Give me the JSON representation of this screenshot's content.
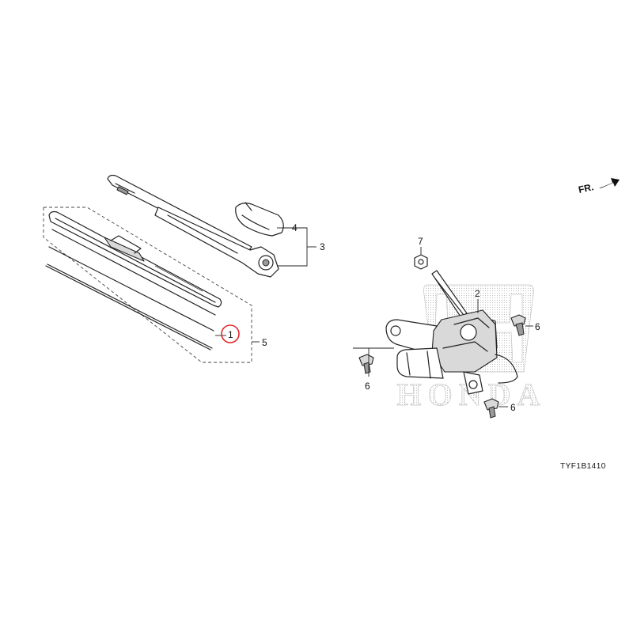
{
  "callouts": {
    "c1": "1",
    "c2": "2",
    "c3": "3",
    "c4": "4",
    "c5": "5",
    "c6a": "6",
    "c6b": "6",
    "c6c": "6",
    "c7": "7"
  },
  "direction_label": "FR.",
  "diagram_code": "TYF1B1410",
  "watermark_text": "HONDA",
  "highlight_color": "#e0272b"
}
